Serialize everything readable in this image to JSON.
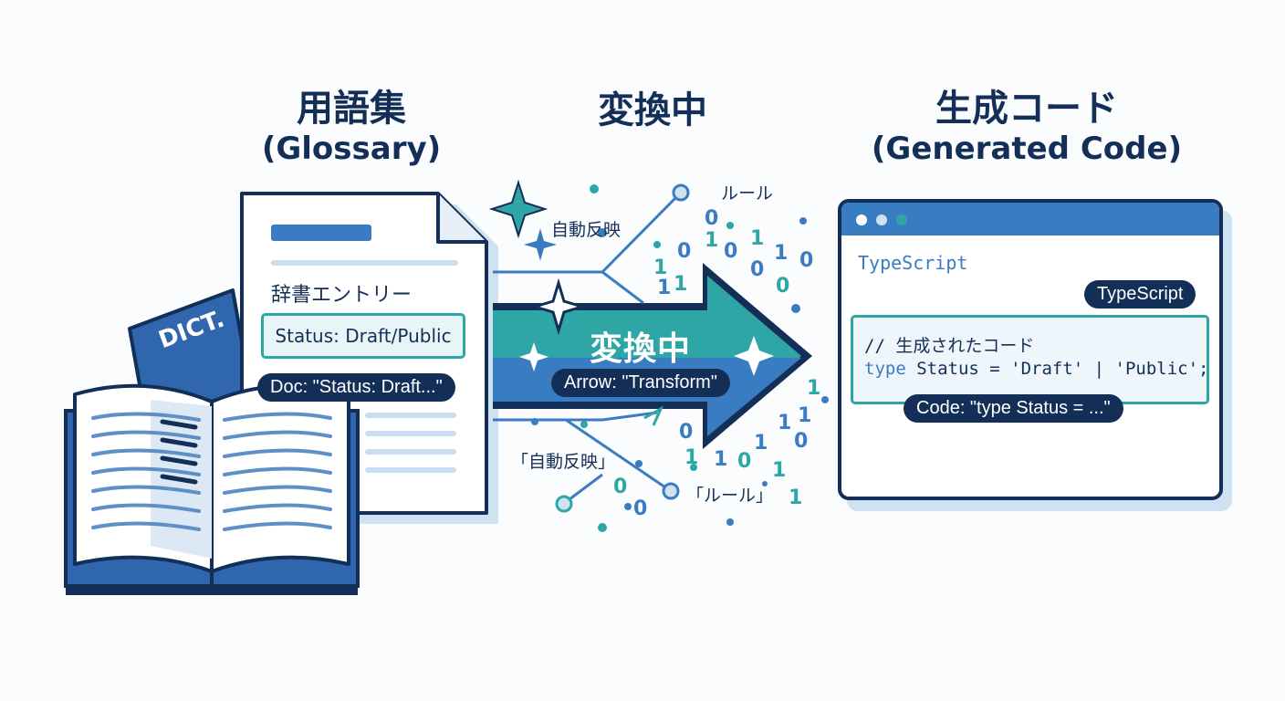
{
  "titles": {
    "left_jp": "用語集",
    "left_en": "(Glossary)",
    "middle": "変換中",
    "right_jp": "生成コード",
    "right_en": "(Generated Code)"
  },
  "glossary": {
    "dict_label": "DICT.",
    "entry_heading": "辞書エントリー",
    "status_text": "Status: Draft/Public",
    "doc_pill": "Doc: \"Status: Draft...\""
  },
  "transform": {
    "arrow_text": "変換中",
    "arrow_pill": "Arrow: \"Transform\"",
    "label_auto_top": "自動反映",
    "label_rule_top": "ルール",
    "label_auto_bottom": "「自動反映」",
    "label_rule_bottom": "「ルール」"
  },
  "code": {
    "language_plain": "TypeScript",
    "language_badge": "TypeScript",
    "comment_line": "// 生成されたコード",
    "line2_keyword": "type",
    "line2_rest": " Status = 'Draft' | 'Public';",
    "code_pill": "Code: \"type Status = ...\""
  },
  "colors": {
    "navy": "#142f57",
    "blue": "#3a7cc2",
    "teal": "#2fa6a6",
    "light_blue": "#cfe2f1"
  }
}
